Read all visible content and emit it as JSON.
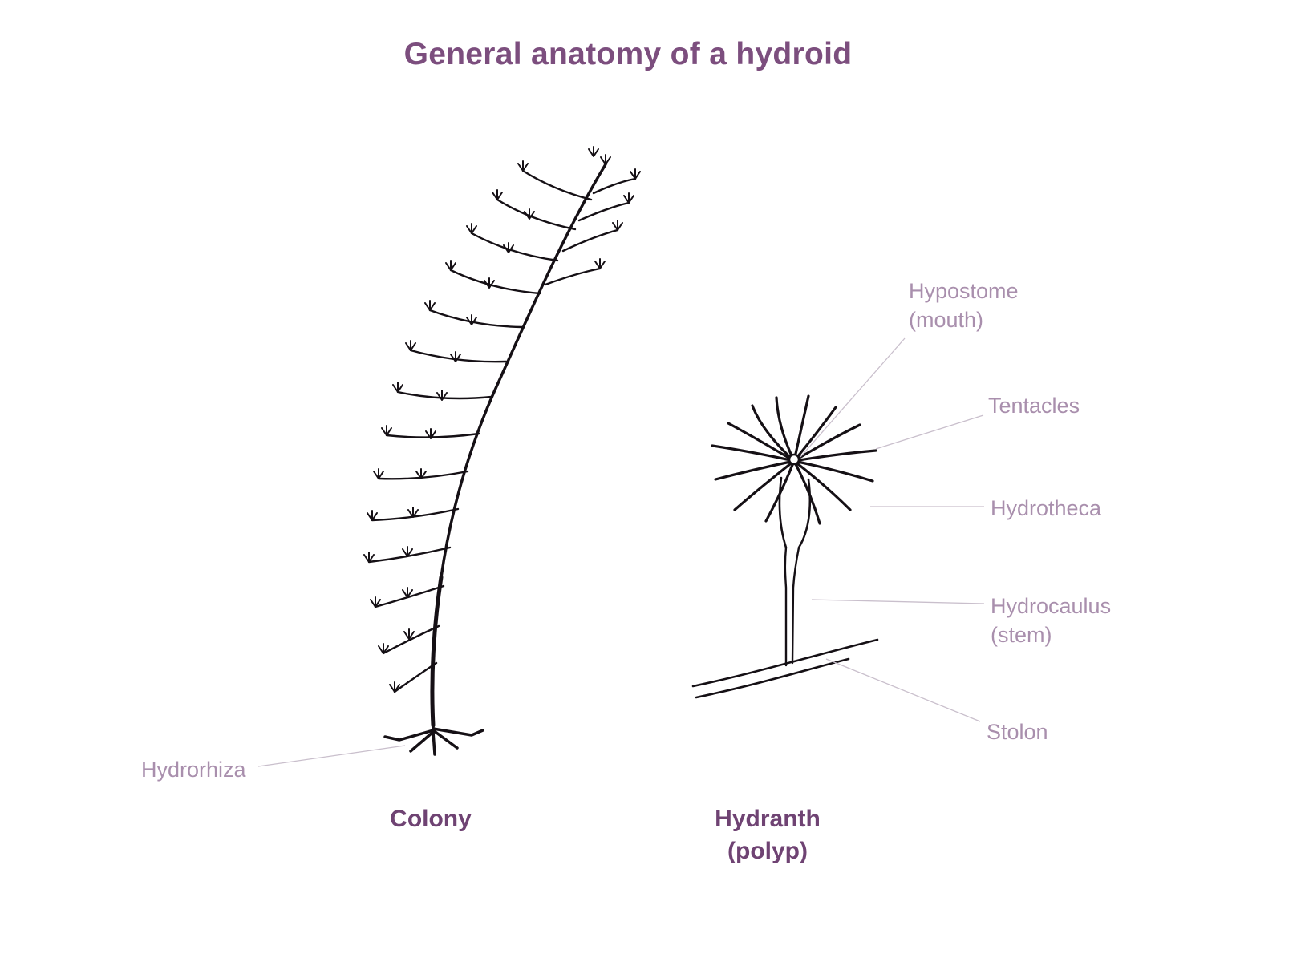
{
  "title": "General anatomy of a hydroid",
  "colors": {
    "title": "#7c4e7e",
    "caption": "#6f4373",
    "part_label": "#a98fad",
    "leader_line": "#c9bfcc",
    "ink": "#151015"
  },
  "figures": {
    "colony": {
      "caption": "Colony",
      "labels": {
        "hydrorhiza": "Hydrorhiza"
      }
    },
    "hydranth": {
      "caption": "Hydranth\n(polyp)",
      "labels": {
        "hypostome": "Hypostome\n(mouth)",
        "tentacles": "Tentacles",
        "hydrotheca": "Hydrotheca",
        "hydrocaulus": "Hydrocaulus\n(stem)",
        "stolon": "Stolon"
      }
    }
  }
}
